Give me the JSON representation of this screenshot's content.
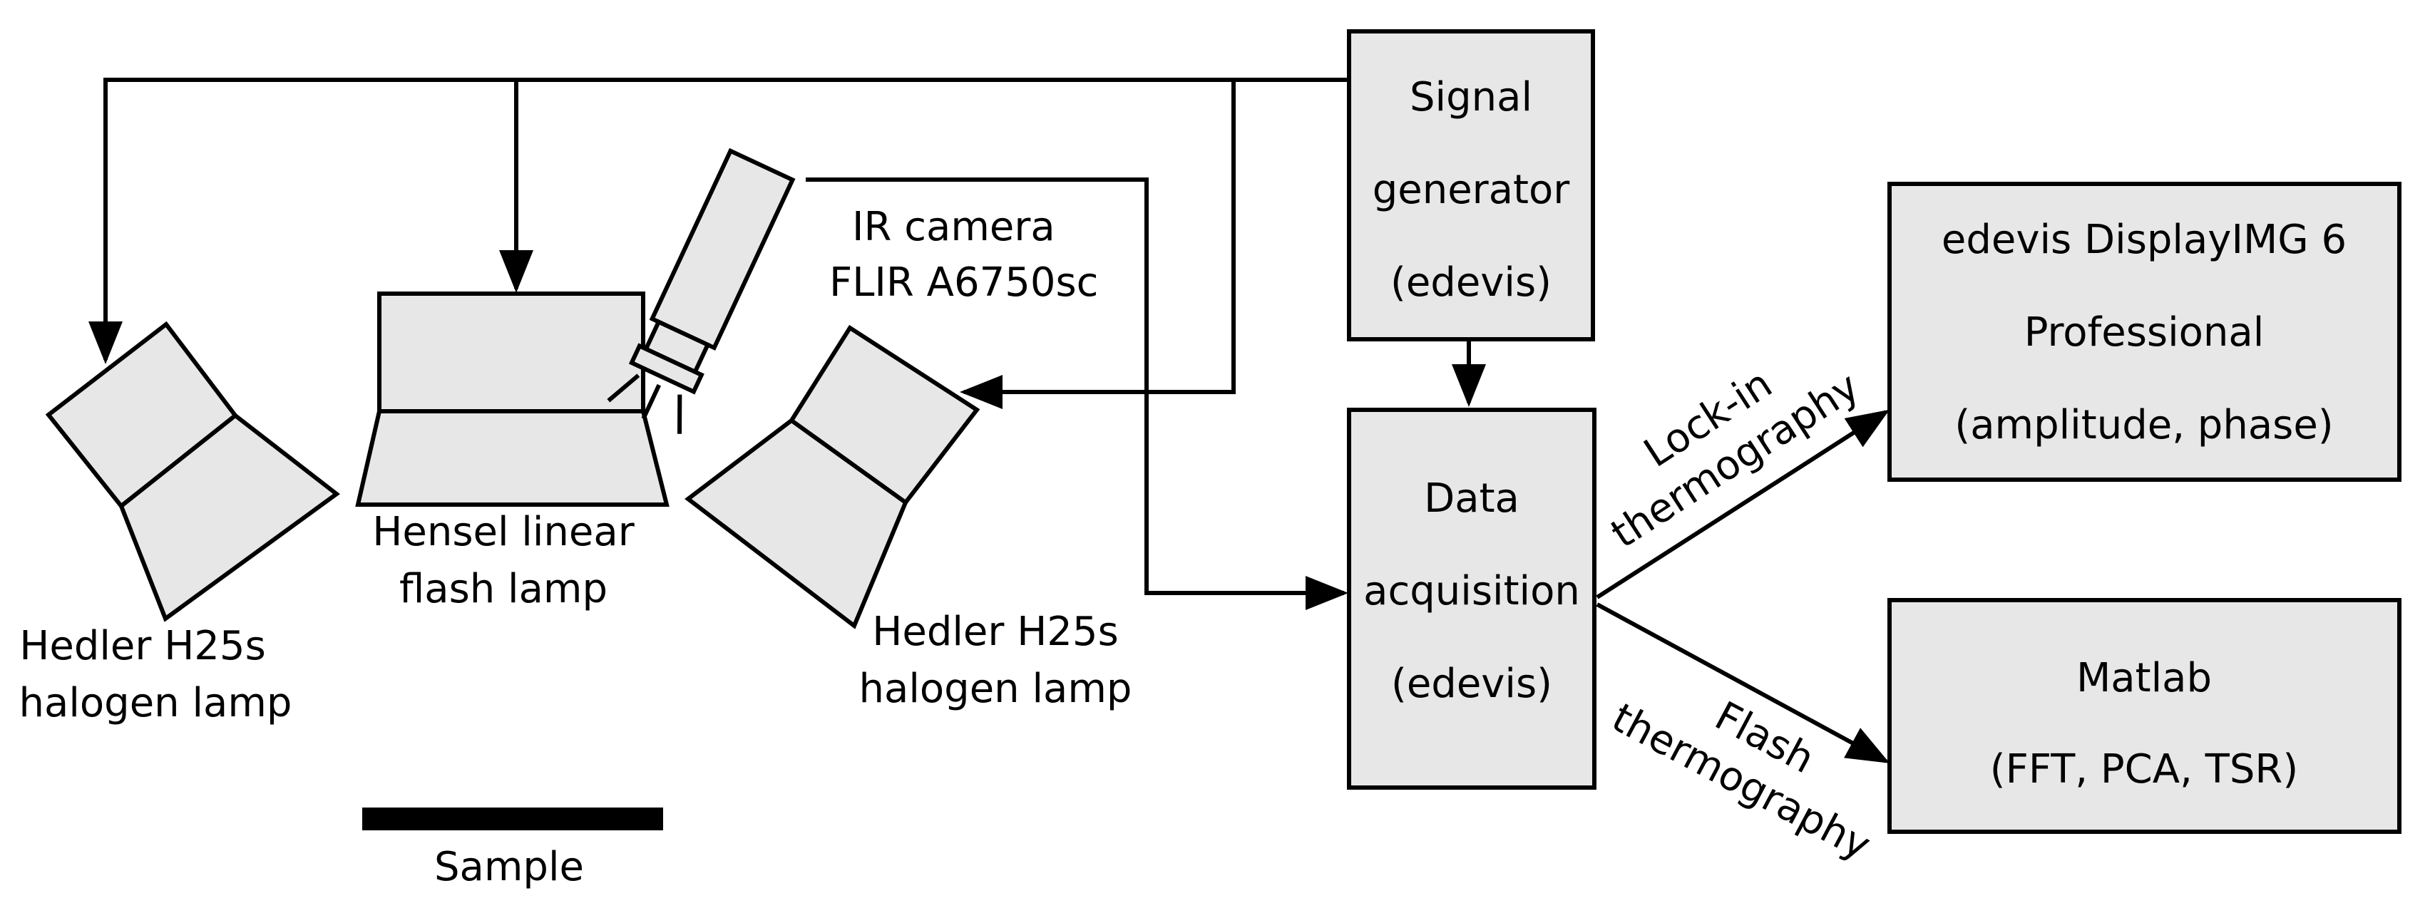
{
  "boxes": {
    "signal_generator": [
      "Signal",
      "generator",
      "(edevis)"
    ],
    "data_acquisition": [
      "Data",
      "acquisition",
      "(edevis)"
    ],
    "displayimg": [
      "edevis DisplayIMG 6",
      "Professional",
      "(amplitude, phase)"
    ],
    "matlab": [
      "Matlab",
      "(FFT, PCA, TSR)"
    ]
  },
  "devices": {
    "ir_camera": [
      "IR camera",
      "FLIR A6750sc"
    ],
    "flash_lamp": [
      "Hensel linear",
      "flash lamp"
    ],
    "halogen_left": [
      "Hedler H25s",
      "halogen lamp"
    ],
    "halogen_right": [
      "Hedler H25s",
      "halogen lamp"
    ],
    "sample": "Sample"
  },
  "arrows": {
    "lockin": [
      "Lock-in",
      "thermography"
    ],
    "flash": [
      "Flash",
      "thermography"
    ]
  },
  "colors": {
    "box_fill": "#e7e7e7",
    "stroke": "#000000"
  }
}
